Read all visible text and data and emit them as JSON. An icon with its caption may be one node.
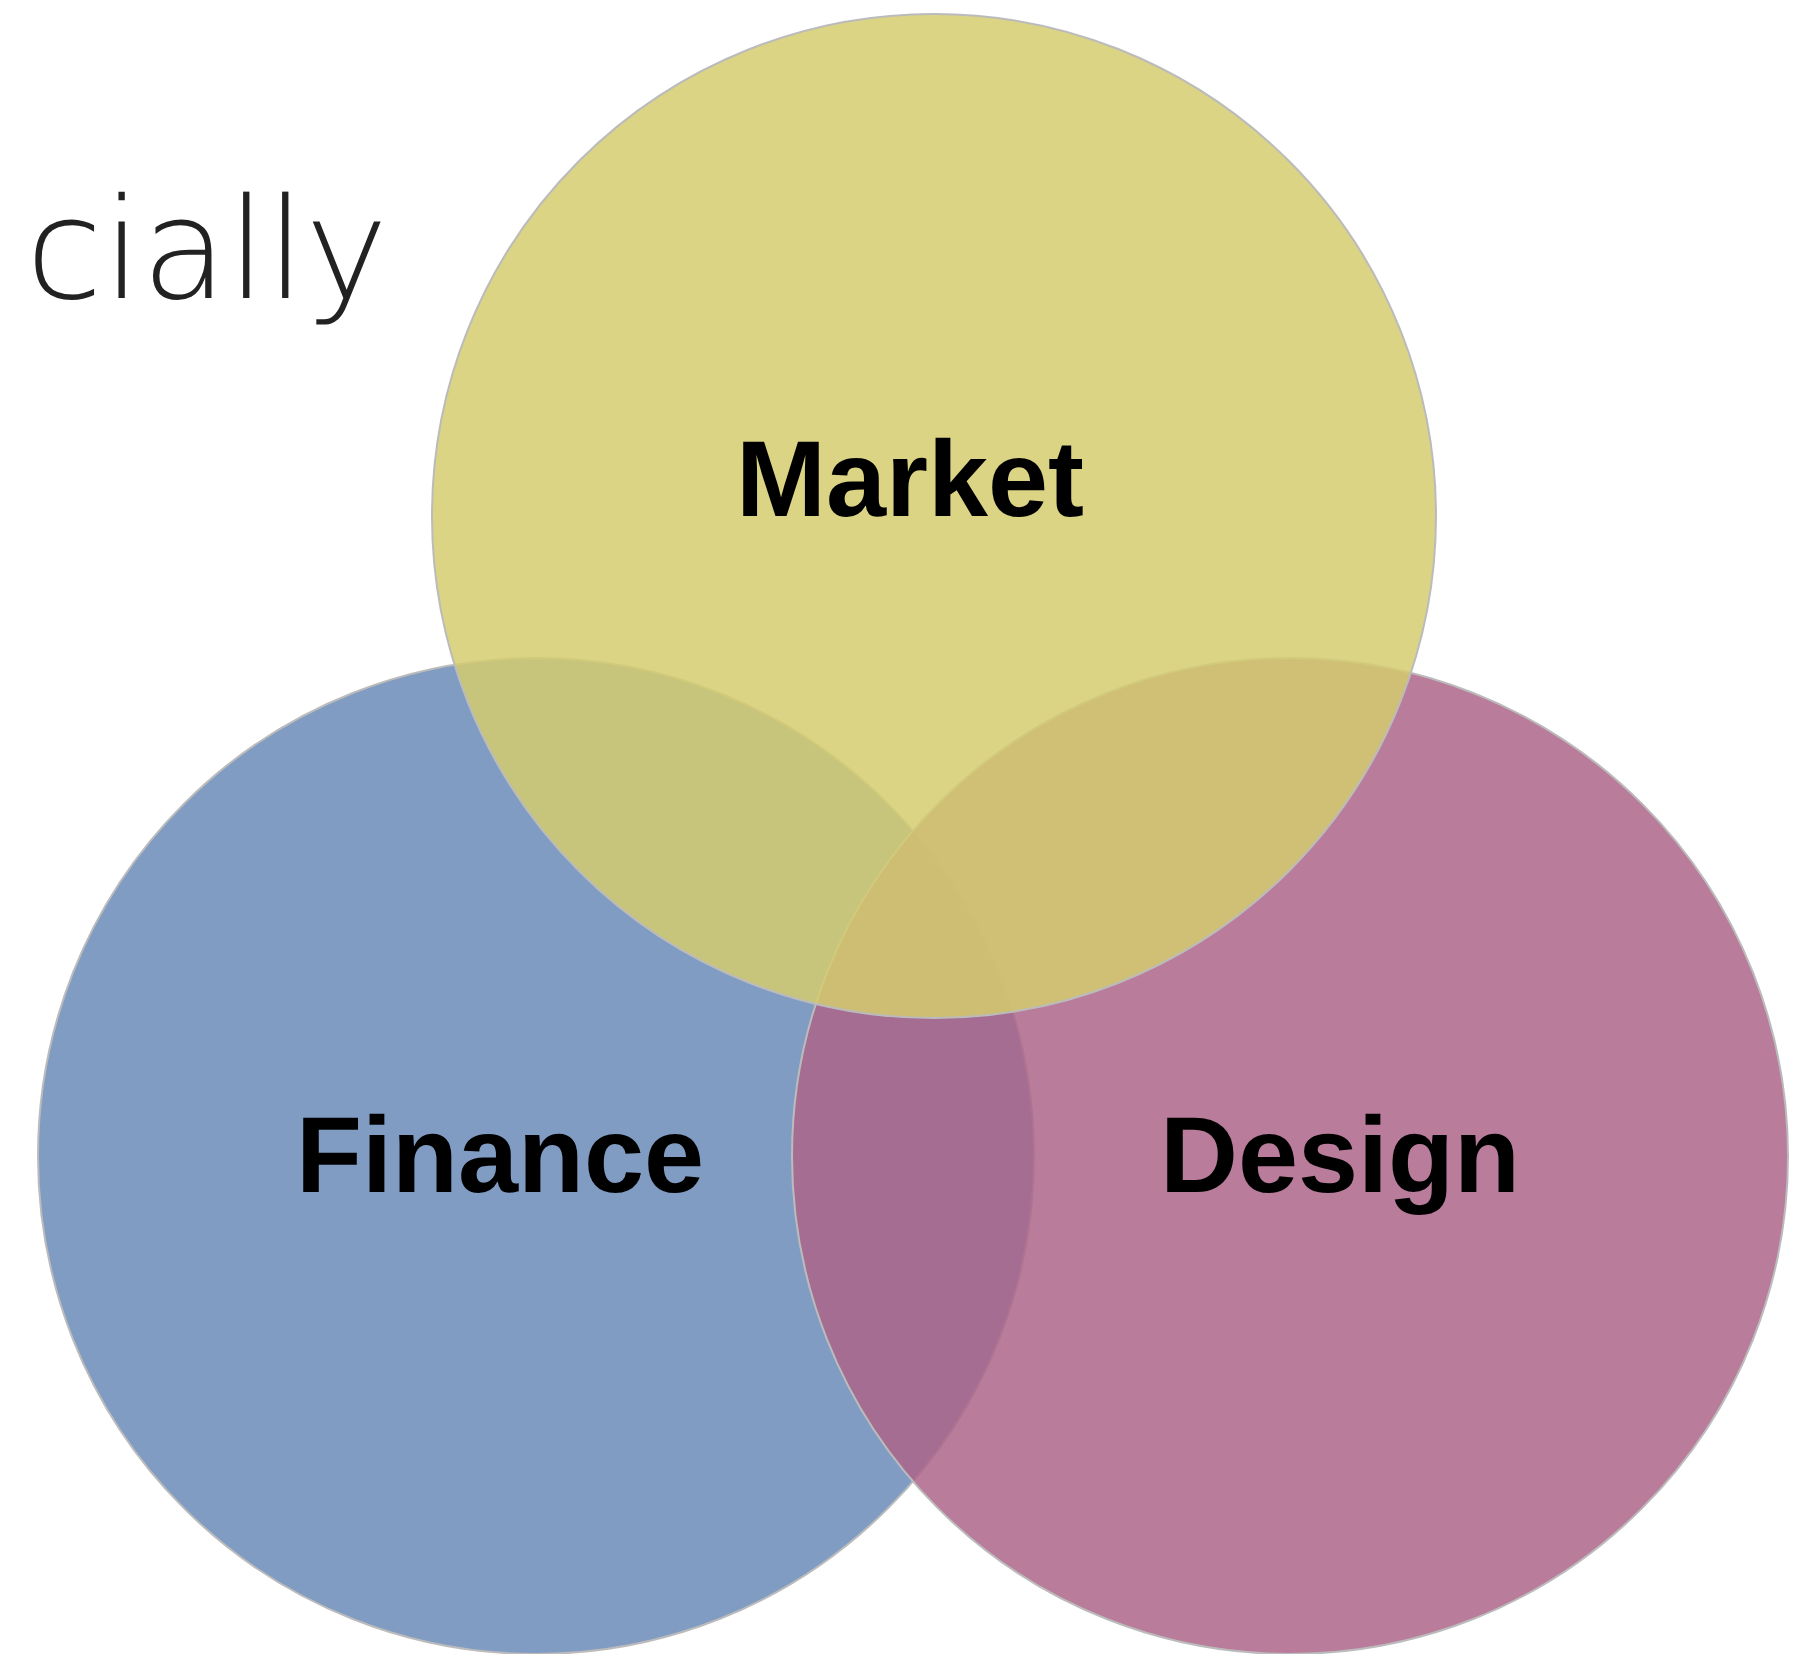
{
  "diagram": {
    "nodes": [
      {
        "text": [
          "Market"
        ]
      },
      {
        "text": [
          "Finance"
        ]
      },
      {
        "text": [
          "Design"
        ]
      }
    ],
    "labels": [
      "cially"
    ]
  }
}
